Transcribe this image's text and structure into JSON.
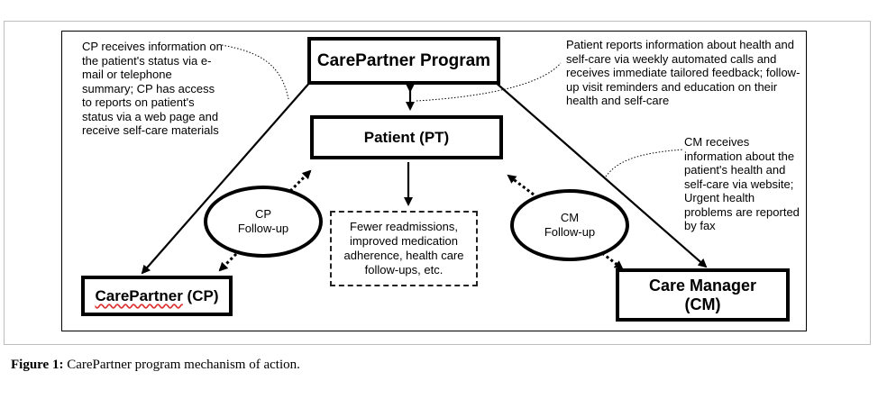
{
  "nodes": {
    "program": "CarePartner Program",
    "patient": "Patient (PT)",
    "carepartner_word": "CarePartner",
    "carepartner_abbr": " (CP)",
    "care_manager_line1": "Care Manager",
    "care_manager_line2": "(CM)"
  },
  "followups": {
    "cp_line1": "CP",
    "cp_line2": "Follow-up",
    "cm_line1": "CM",
    "cm_line2": "Follow-up"
  },
  "outcome": "Fewer readmissions, improved medication adherence, health care follow-ups, etc.",
  "notes": {
    "cp": "CP receives information on the patient's status via e-mail or telephone summary; CP has access to reports on patient's status via a web page and receive self-care materials",
    "patient": "Patient reports information about health and self-care via weekly automated calls and receives immediate tailored feedback; follow-up visit reminders and education on their health and self-care",
    "cm": "CM receives information about the patient's health and self-care via website; Urgent health problems are reported by fax"
  },
  "caption": {
    "label": "Figure 1:",
    "text": " CarePartner program mechanism of action."
  }
}
